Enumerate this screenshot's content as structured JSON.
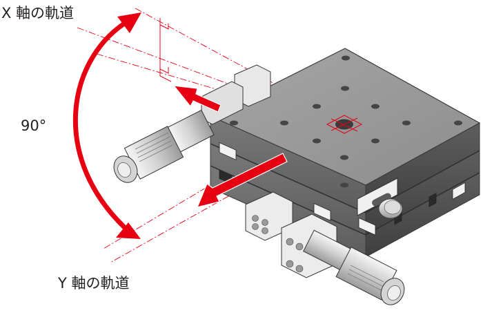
{
  "labels": {
    "x_axis": "X 軸の軌道",
    "y_axis": "Y 軸の軌道",
    "angle": "90°"
  },
  "colors": {
    "accent": "#e60012",
    "steel_top": "#9a9a9a",
    "steel_side": "#6d6d6d",
    "steel_dark": "#4a4a4a",
    "micrometer_light": "#e6e6e6",
    "micrometer_mid": "#b9b9b9",
    "block_white": "#f0f0f0",
    "label_text": "#231f20"
  },
  "icons": {
    "stage": "xy-translation-stage-illustration",
    "arrow_x": "red-arrow-x-direction",
    "arrow_y": "red-arrow-y-direction",
    "angle_arc": "red-double-headed-arc-icon",
    "right_angle": "right-angle-marker-icon"
  }
}
